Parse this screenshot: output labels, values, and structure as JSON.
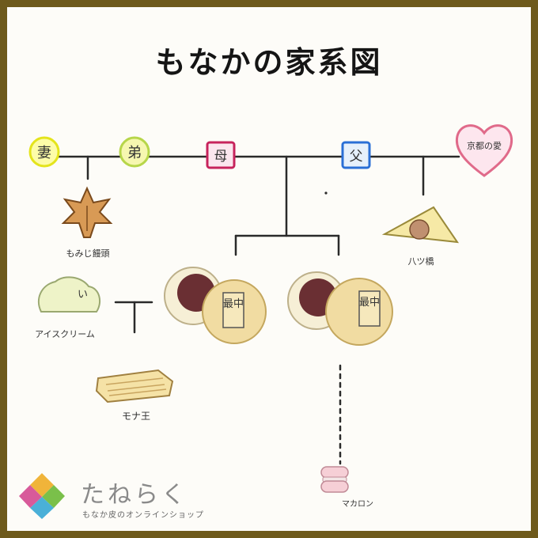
{
  "title": "もなかの家系図",
  "colors": {
    "line": "#2a2a2a",
    "wife_ring": "#e4e41c",
    "mother_box": "#c7235c",
    "father_box": "#2a6fd6",
    "heart": "#e06a8a",
    "monaka_shell": "#f1dca2",
    "bean": "#5a2a2a"
  },
  "members": {
    "wife": "妻",
    "brother": "弟",
    "mother": "母",
    "father": "父",
    "kyoto_love": "京都の愛",
    "momiji": "もみじ饅頭",
    "icecream": "アイスクリーム",
    "monao": "モナ王",
    "yatsuhashi": "八ツ橋",
    "macaron": "マカロン",
    "monaka1": "最中",
    "monaka2": "最中"
  },
  "brand": {
    "name": "たねらく",
    "tagline": "もなか皮のオンラインショップ"
  }
}
